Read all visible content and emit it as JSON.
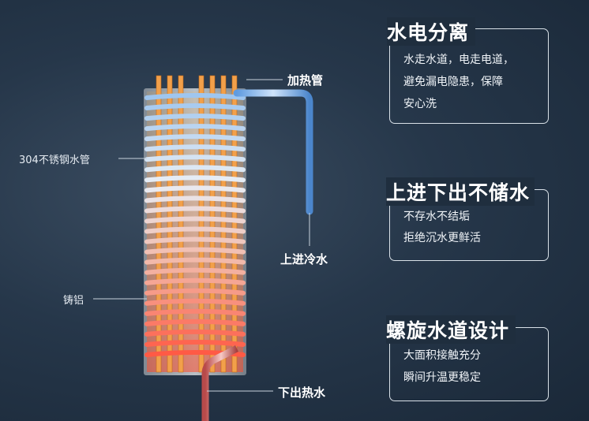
{
  "labels": {
    "heating_tube": "加热管",
    "steel_pipe": "304不锈钢水管",
    "cold_water_in": "上进冷水",
    "cast_aluminum": "铸铝",
    "hot_water_out": "下出热水"
  },
  "features": [
    {
      "title": "水电分离",
      "lines": [
        "水走水道，电走电道，",
        "避免漏电隐患，保障",
        "安心洗"
      ]
    },
    {
      "title": "上进下出不储水",
      "lines": [
        "不存水不结垢",
        "拒绝沉水更鲜活"
      ]
    },
    {
      "title": "螺旋水道设计",
      "lines": [
        "大面积接触充分",
        "瞬间升温更稳定"
      ]
    }
  ]
}
